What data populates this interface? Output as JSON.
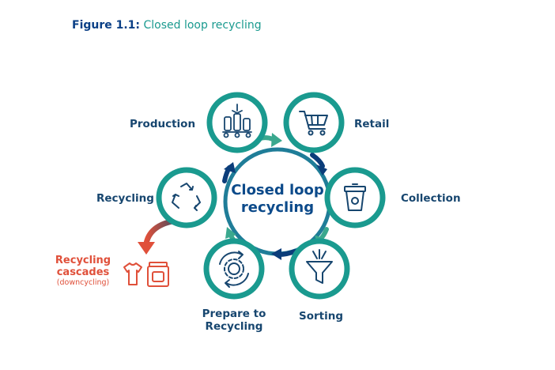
{
  "figure": {
    "number": "Figure 1.1:",
    "title": "Closed loop recycling"
  },
  "center": {
    "line1": "Closed loop",
    "line2": "recycling"
  },
  "stages": [
    {
      "label": "Production",
      "icon": "production-line-icon"
    },
    {
      "label": "Retail",
      "icon": "shopping-cart-icon"
    },
    {
      "label": "Collection",
      "icon": "recycling-bin-icon"
    },
    {
      "label": "Sorting",
      "icon": "sorting-funnel-icon"
    },
    {
      "label": "Prepare to Recycling",
      "icon": "gear-cycle-icon"
    },
    {
      "label": "Recycling",
      "icon": "recycle-arrows-icon"
    }
  ],
  "cascade": {
    "line1": "Recycling",
    "line2": "cascades",
    "sub": "(downcycling)",
    "icons": [
      "tshirt-icon",
      "jar-icon"
    ]
  },
  "colors": {
    "navy": "#0a3f86",
    "teal": "#1a9a8f",
    "label": "#17466f",
    "cascade": "#e0503a",
    "gradient_dark": "#0b3d7a",
    "gradient_light": "#3aa88e"
  }
}
